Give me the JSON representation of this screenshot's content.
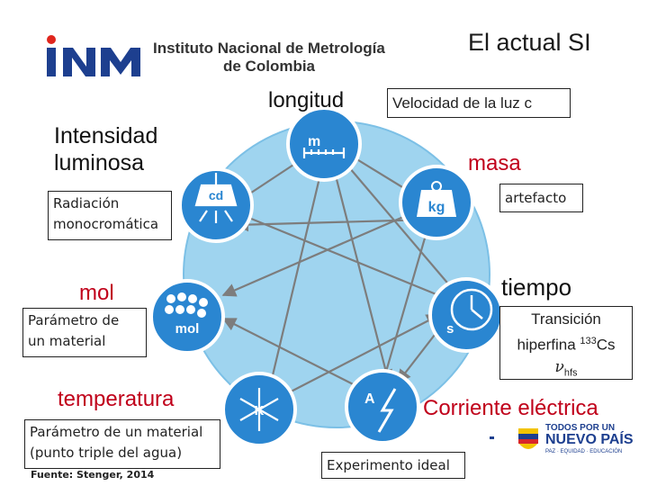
{
  "header": {
    "logo_letters": "INM",
    "institute_line1": "Instituto Nacional de Metrología",
    "institute_line2": "de Colombia",
    "title": "El actual SI"
  },
  "units": {
    "length": {
      "symbol": "m",
      "label": "longitud",
      "definition": "Velocidad de la luz c"
    },
    "mass": {
      "symbol": "kg",
      "label": "masa",
      "definition": "artefacto"
    },
    "time": {
      "symbol": "s",
      "label": "tiempo",
      "definition_line1": "Transición",
      "definition_line2_prefix": "hiperfina ",
      "definition_isotope_mass": "133",
      "definition_element": "Cs",
      "definition_line3_symbol": "ν",
      "definition_line3_sub": "hfs"
    },
    "current": {
      "symbol": "A",
      "label": "Corriente eléctrica",
      "definition": "Experimento ideal"
    },
    "temperature": {
      "symbol": "K",
      "label": "temperatura",
      "definition_line1": "Parámetro de un material",
      "definition_line2": "(punto triple del agua)"
    },
    "amount": {
      "symbol": "mol",
      "label": "mol",
      "definition_line1": "Parámetro de",
      "definition_line2": "un material"
    },
    "luminous": {
      "symbol": "cd",
      "label_line1": "Intensidad",
      "label_line2": "luminosa",
      "definition_line1": "Radiación",
      "definition_line2": "monocromática"
    }
  },
  "footer": {
    "source": "Fuente: Stenger, 2014",
    "partner_line1": "TODOS POR UN",
    "partner_line2": "NUEVO PAÍS",
    "partner_line3": "PAZ · EQUIDAD · EDUCACIÓN"
  },
  "colors": {
    "circle": "#9fd4ef",
    "node": "#2a86d1",
    "arrow": "#7d7d7d",
    "accent_red": "#c0001a",
    "logo_blue": "#1d3f8f",
    "logo_red": "#e0261d"
  }
}
